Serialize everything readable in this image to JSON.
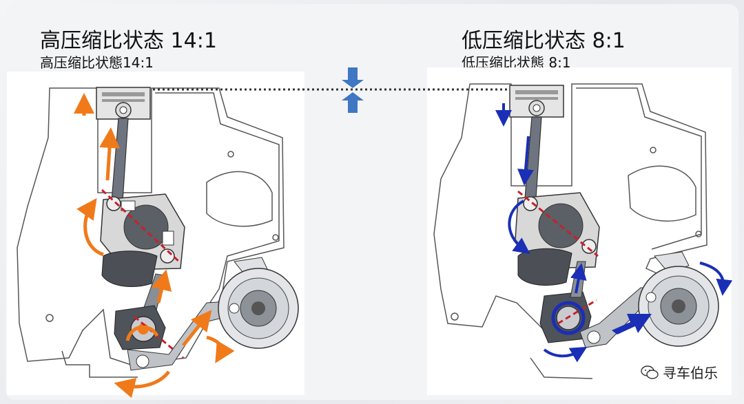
{
  "left": {
    "title": "高压缩比状态 14:1",
    "subtitle": "高压缩比状態14:1"
  },
  "right": {
    "title": "低压缩比状态 8:1",
    "subtitle": "低压缩比状態 8:1"
  },
  "watermark": {
    "text": "寻车伯乐",
    "icon": "wechat-icon"
  },
  "colors": {
    "high_arrows": "#f07a1a",
    "low_arrows": "#1a2fb5",
    "center_marker": "#3f77c2",
    "crank_line": "#c8202a"
  }
}
